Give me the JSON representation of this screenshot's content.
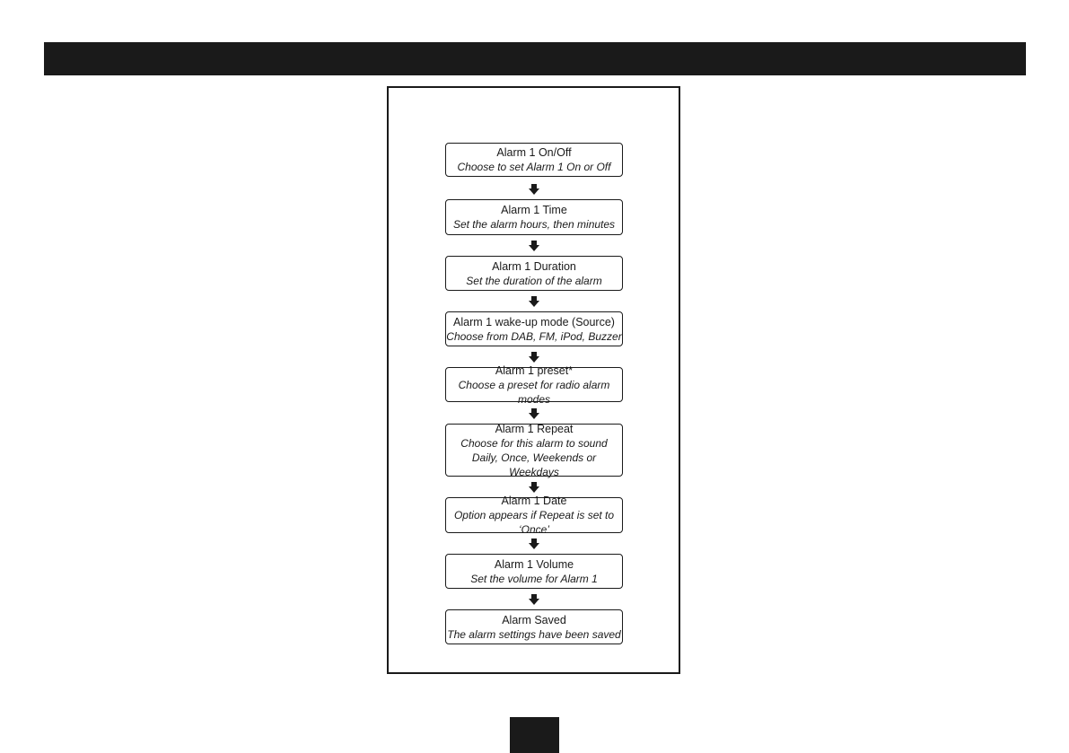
{
  "flowchart": {
    "steps": [
      {
        "title": "Alarm 1 On/Off",
        "desc": "Choose to set Alarm 1 On or Off"
      },
      {
        "title": "Alarm 1 Time",
        "desc": "Set the alarm hours, then minutes"
      },
      {
        "title": "Alarm 1 Duration",
        "desc": "Set the duration of the alarm"
      },
      {
        "title": "Alarm 1 wake-up mode (Source)",
        "desc": "Choose from DAB, FM, iPod, Buzzer"
      },
      {
        "title": "Alarm 1 preset*",
        "desc": "Choose a preset for radio alarm modes"
      },
      {
        "title": "Alarm 1 Repeat",
        "desc": "Choose for this alarm to sound",
        "desc2": "Daily, Once, Weekends or Weekdays"
      },
      {
        "title": "Alarm 1 Date",
        "desc": "Option appears if Repeat is set to ‘Once’"
      },
      {
        "title": "Alarm 1 Volume",
        "desc": "Set the volume for Alarm 1"
      },
      {
        "title": "Alarm Saved",
        "desc": "The alarm settings have been saved"
      }
    ]
  }
}
